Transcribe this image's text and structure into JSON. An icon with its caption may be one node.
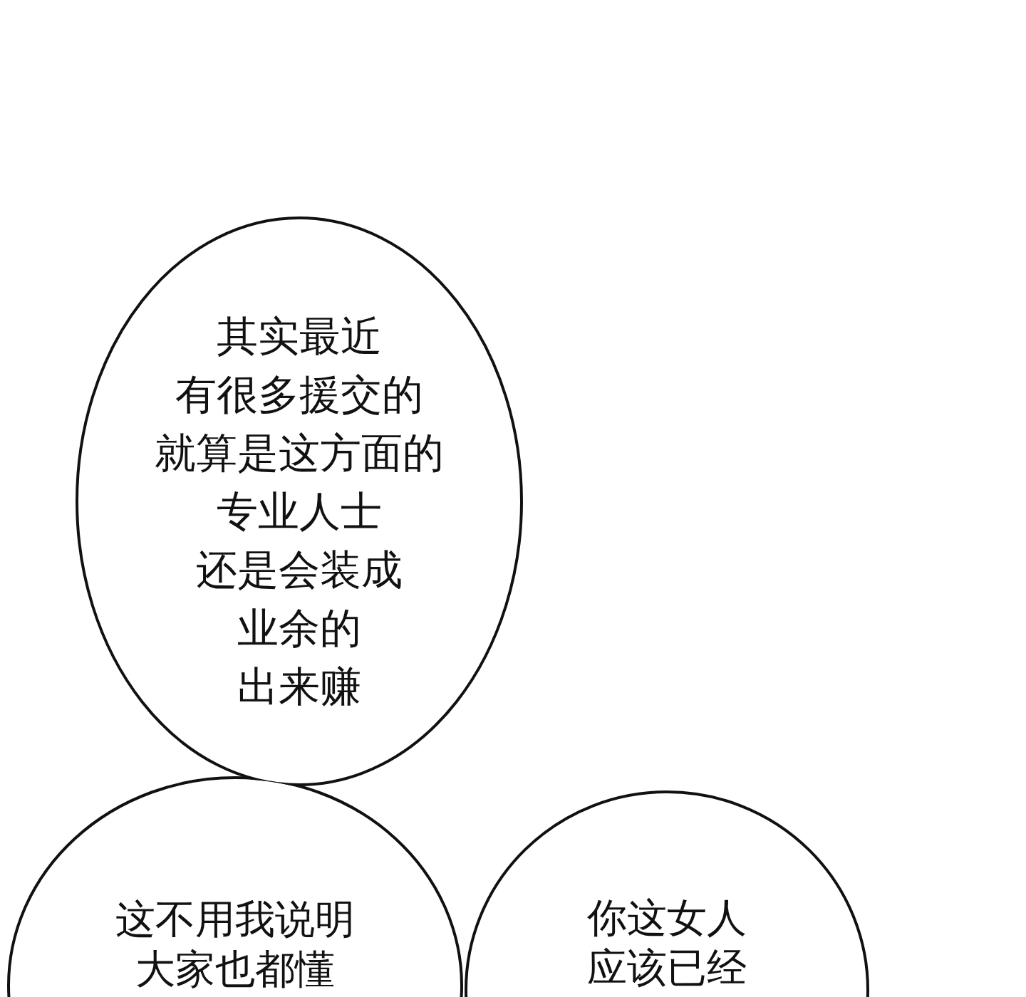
{
  "diagram": {
    "nodes": [
      {
        "text": [
          "其实最近有很多援交的就算是这方面的专业人士还是会装成业余的出来赚"
        ]
      },
      {
        "text": [
          "这不用我说明大家也都懂"
        ]
      },
      {
        "text": [
          "你这女人应该已经"
        ]
      }
    ]
  }
}
